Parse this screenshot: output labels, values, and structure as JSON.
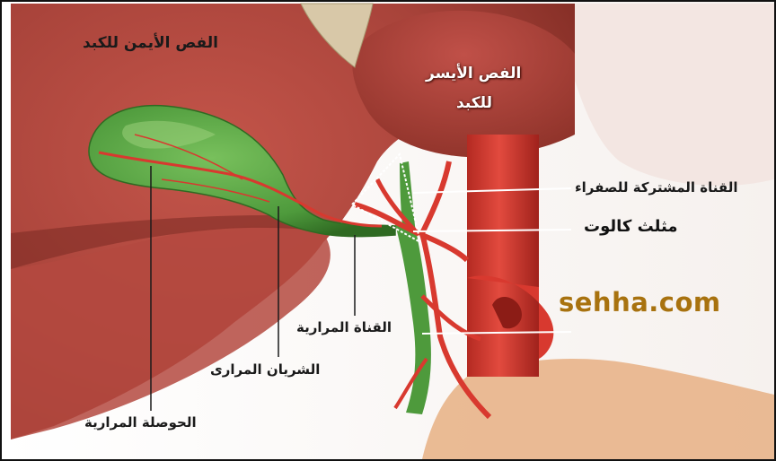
{
  "labels": {
    "right_lobe": "الفص الأيمن للكبد",
    "left_lobe_line1": "الفص الأيسر",
    "left_lobe_line2": "للكبد",
    "common_bile_duct": "القناة المشتركة للصفراء",
    "calot_triangle": "مثلث كالوت",
    "cystic_duct": "القناة المرارية",
    "cystic_artery": "الشريان المرارى",
    "gallbladder_fundus": "الحوصلة المرارية"
  },
  "watermark": "sehha.com",
  "colors": {
    "liver": "#a8433a",
    "liver_dark": "#7e2a22",
    "gallbladder": "#4e9a3c",
    "artery": "#d8392f",
    "leader_line": "#1a1a1a",
    "watermark": "#a8720f"
  }
}
